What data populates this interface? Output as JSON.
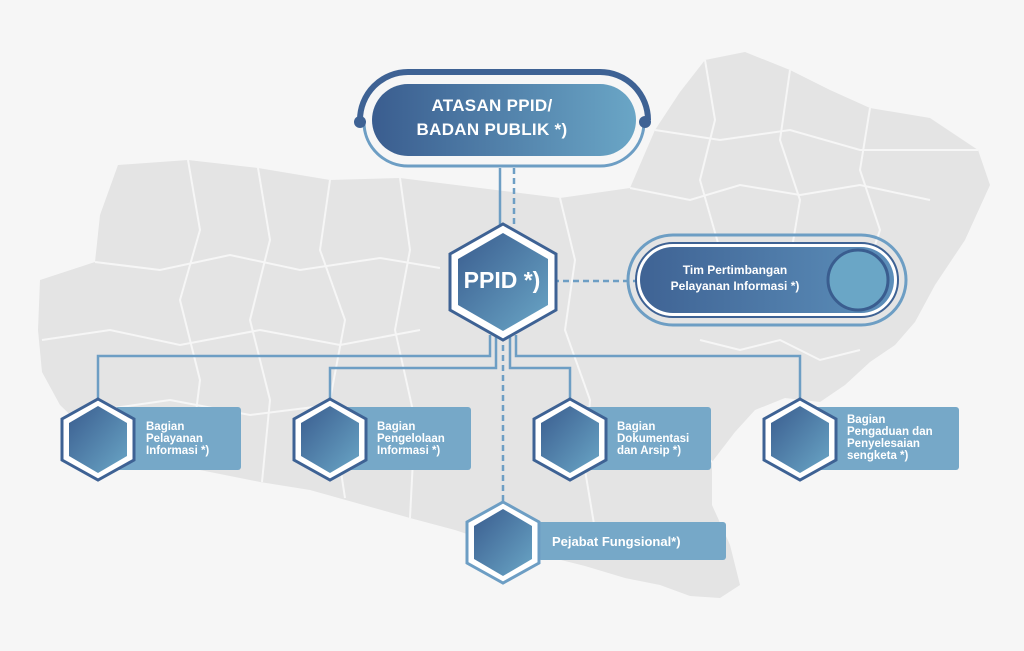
{
  "diagram": {
    "top": {
      "line1": "ATASAN PPID/",
      "line2": "BADAN PUBLIK *)"
    },
    "ppid": {
      "label": "PPID *)"
    },
    "tim": {
      "line1": "Tim Pertimbangan",
      "line2": "Pelayanan Informasi *)"
    },
    "units": [
      {
        "lines": [
          "Bagian",
          "Pelayanan",
          "Informasi *)"
        ]
      },
      {
        "lines": [
          "Bagian",
          "Pengelolaan",
          "Informasi *)"
        ]
      },
      {
        "lines": [
          "Bagian",
          "Dokumentasi",
          "dan Arsip *)"
        ]
      },
      {
        "lines": [
          "Bagian",
          "Pengaduan dan",
          "Penyelesaian",
          "sengketa *)"
        ]
      }
    ],
    "fungsional": {
      "label": "Pejabat Fungsional*)"
    }
  },
  "colors": {
    "node_dark": "#3a5d8f",
    "node_mid": "#4f78a8",
    "node_light": "#6aa6c6",
    "label_box": "#76a8c8",
    "line": "#6d9ec4",
    "map": "#e4e4e4"
  }
}
